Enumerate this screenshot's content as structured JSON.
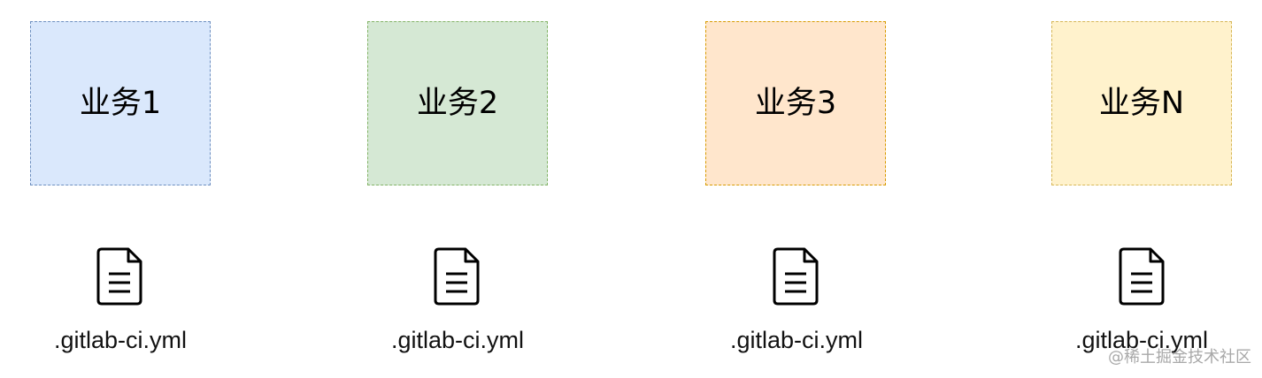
{
  "colors": {
    "box1_fill": "#dae8fc",
    "box1_border": "#6c8ebf",
    "box2_fill": "#d5e8d4",
    "box2_border": "#82b366",
    "box3_fill": "#ffe6cc",
    "box3_border": "#d79b00",
    "box4_fill": "#fff2cc",
    "box4_border": "#d6b656"
  },
  "services": [
    {
      "label": "业务1",
      "icon": "file-icon",
      "file": ".gitlab-ci.yml"
    },
    {
      "label": "业务2",
      "icon": "file-icon",
      "file": ".gitlab-ci.yml"
    },
    {
      "label": "业务3",
      "icon": "file-icon",
      "file": ".gitlab-ci.yml"
    },
    {
      "label": "业务N",
      "icon": "file-icon",
      "file": ".gitlab-ci.yml"
    }
  ],
  "watermark": "@稀土掘金技术社区"
}
